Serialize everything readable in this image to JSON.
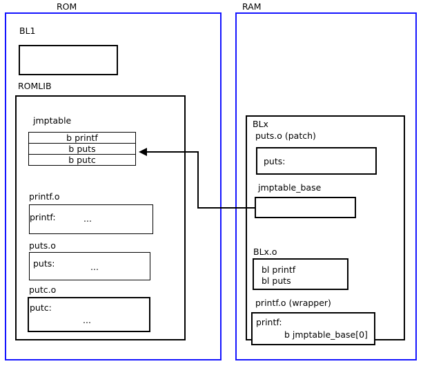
{
  "diagram": {
    "regions": [
      {
        "id": "rom",
        "title": "ROM"
      },
      {
        "id": "ram",
        "title": "RAM"
      }
    ],
    "rom": {
      "bl1": {
        "label": "BL1"
      },
      "romlib": {
        "label": "ROMLIB",
        "jmptable": {
          "label": "jmptable",
          "entries": [
            "b printf",
            "b puts",
            "b putc"
          ]
        },
        "objects": [
          {
            "label": "printf.o",
            "symbol": "printf:",
            "body": "..."
          },
          {
            "label": "puts.o",
            "symbol": "puts:",
            "body": "..."
          },
          {
            "label": "putc.o",
            "symbol": "putc:",
            "body": "..."
          }
        ]
      }
    },
    "ram": {
      "blx": {
        "label": "BLx",
        "patch": {
          "label": "puts.o (patch)",
          "symbol": "puts:"
        },
        "jmptable_base": {
          "label": "jmptable_base"
        },
        "blx_o": {
          "label": "BLx.o",
          "line1": "bl printf",
          "line2": "bl puts"
        },
        "wrapper": {
          "label": "printf.o (wrapper)",
          "symbol": "printf:",
          "branch": "b jmptable_base[0]"
        }
      }
    },
    "connector": {
      "name": "jmptable-base-to-jmptable-puts-arrow"
    },
    "colors": {
      "region_border": "#1414ff",
      "box_border": "#000000",
      "text": "#000000",
      "background": "#ffffff"
    }
  }
}
